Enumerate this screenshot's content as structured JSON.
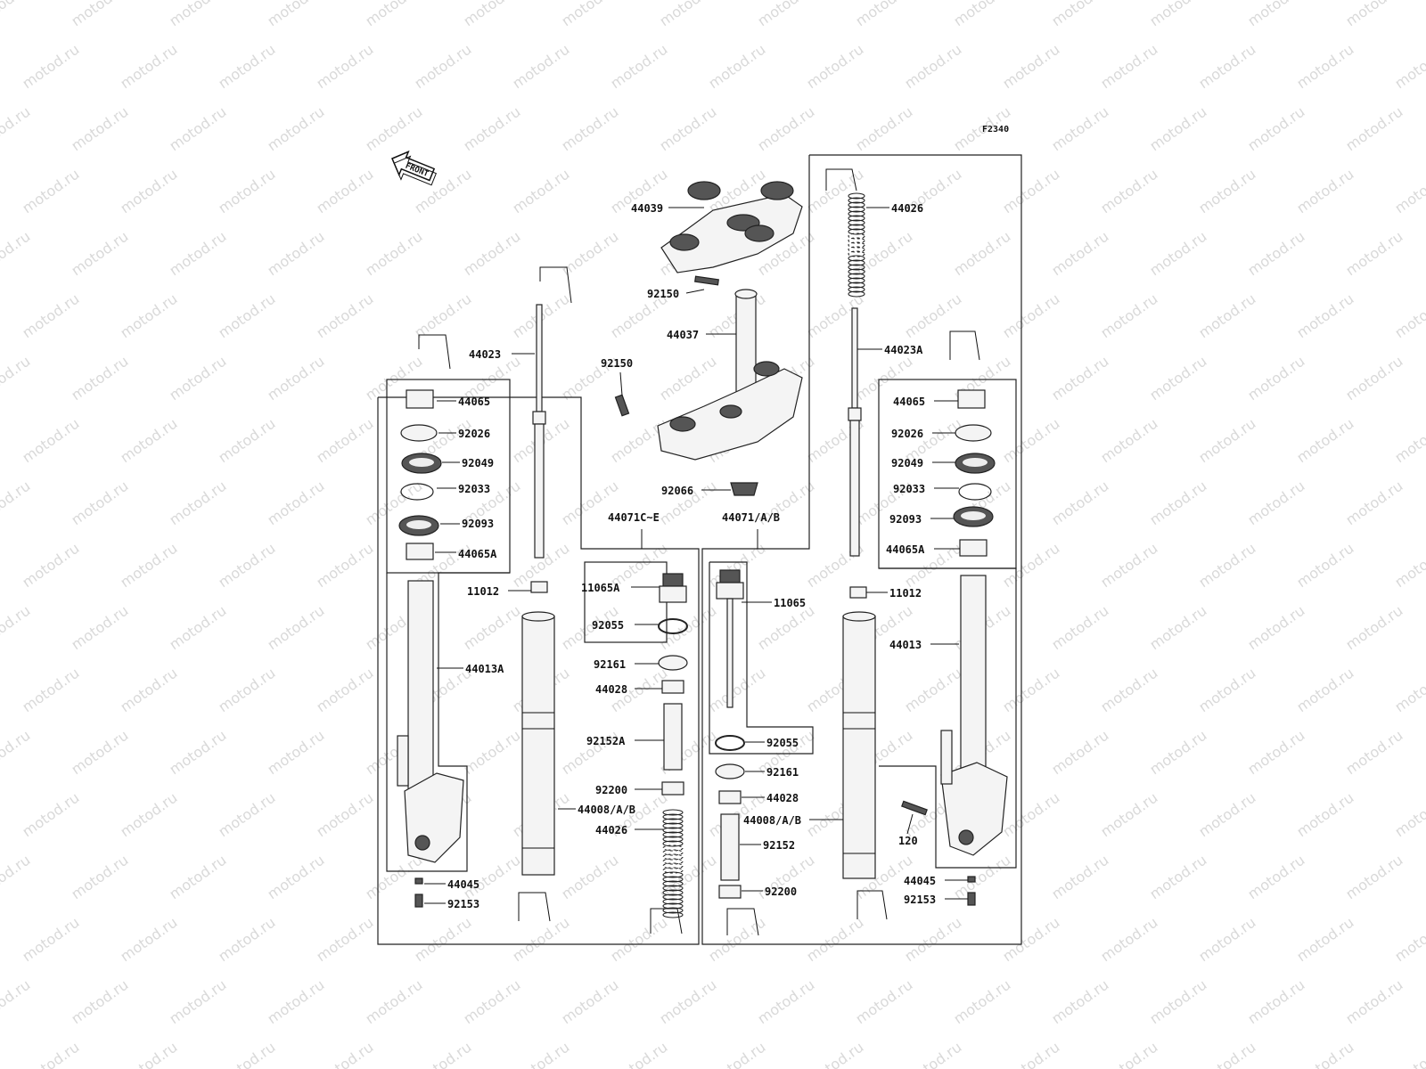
{
  "figure_code": "F2340",
  "front_label": "FRONT",
  "watermark": "motod.ru",
  "groups": {
    "left": "44071C~E",
    "right": "44071/A/B"
  },
  "labels": {
    "p44039": "44039",
    "p92150_top": "92150",
    "p44037": "44037",
    "p92150_mid": "92150",
    "p92066": "92066",
    "p44026_r": "44026",
    "p44023A": "44023A",
    "p44023": "44023",
    "l44065": "44065",
    "l92026": "92026",
    "l92049": "92049",
    "l92033": "92033",
    "l92093": "92093",
    "l44065A": "44065A",
    "r44065": "44065",
    "r92026": "92026",
    "r92049": "92049",
    "r92033": "92033",
    "r92093": "92093",
    "r44065A": "44065A",
    "l11012": "11012",
    "r11012": "11012",
    "p11065A": "11065A",
    "p11065": "11065",
    "l92055": "92055",
    "r92055": "92055",
    "p44013A": "44013A",
    "p44013": "44013",
    "l92161": "92161",
    "l44028": "44028",
    "p92152A": "92152A",
    "l92200": "92200",
    "l44008": "44008/A/B",
    "l44026": "44026",
    "r92161": "92161",
    "r44028": "44028",
    "r44008": "44008/A/B",
    "p92152": "92152",
    "r92200": "92200",
    "p120": "120",
    "l44045": "44045",
    "l92153": "92153",
    "r44045": "44045",
    "r92153": "92153"
  }
}
